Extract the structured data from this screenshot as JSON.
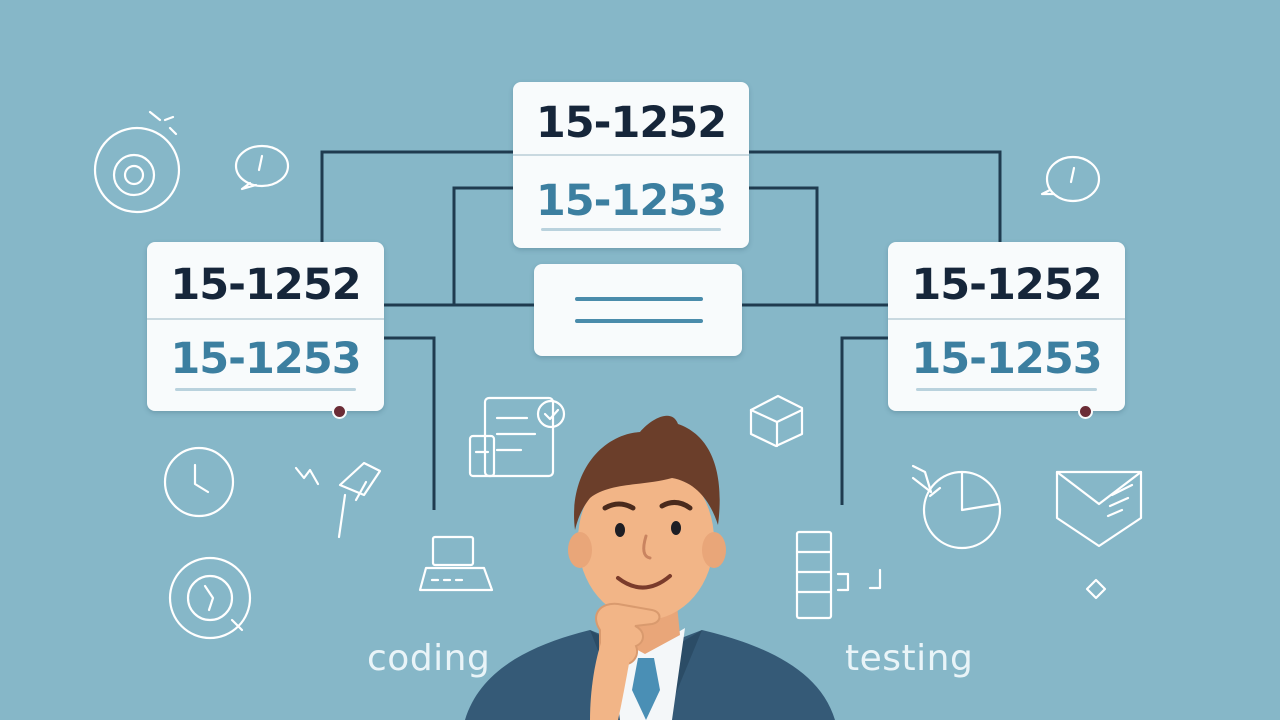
{
  "cards": {
    "top": {
      "first": "15-1252",
      "second": "15-1253"
    },
    "left": {
      "first": "15-1252",
      "second": "15-1253"
    },
    "right": {
      "first": "15-1252",
      "second": "15-1253"
    }
  },
  "captions": {
    "left": "coding",
    "right": "testing"
  },
  "colors": {
    "background": "#86b7c8",
    "card": "#f8fbfc",
    "primary_code": "#16263a",
    "secondary_code": "#3c7fa0",
    "connector": "#1f3b4f",
    "sketch": "#ffffff"
  },
  "icons": [
    "target-icon",
    "speech-bubble-icon",
    "clock-icon",
    "leaf-icon",
    "at-sign-icon",
    "document-icon",
    "laptop-icon",
    "cube-icon",
    "pie-chart-icon",
    "envelope-icon",
    "server-rack-icon",
    "chat-bubble-icon",
    "diamond-icon"
  ]
}
